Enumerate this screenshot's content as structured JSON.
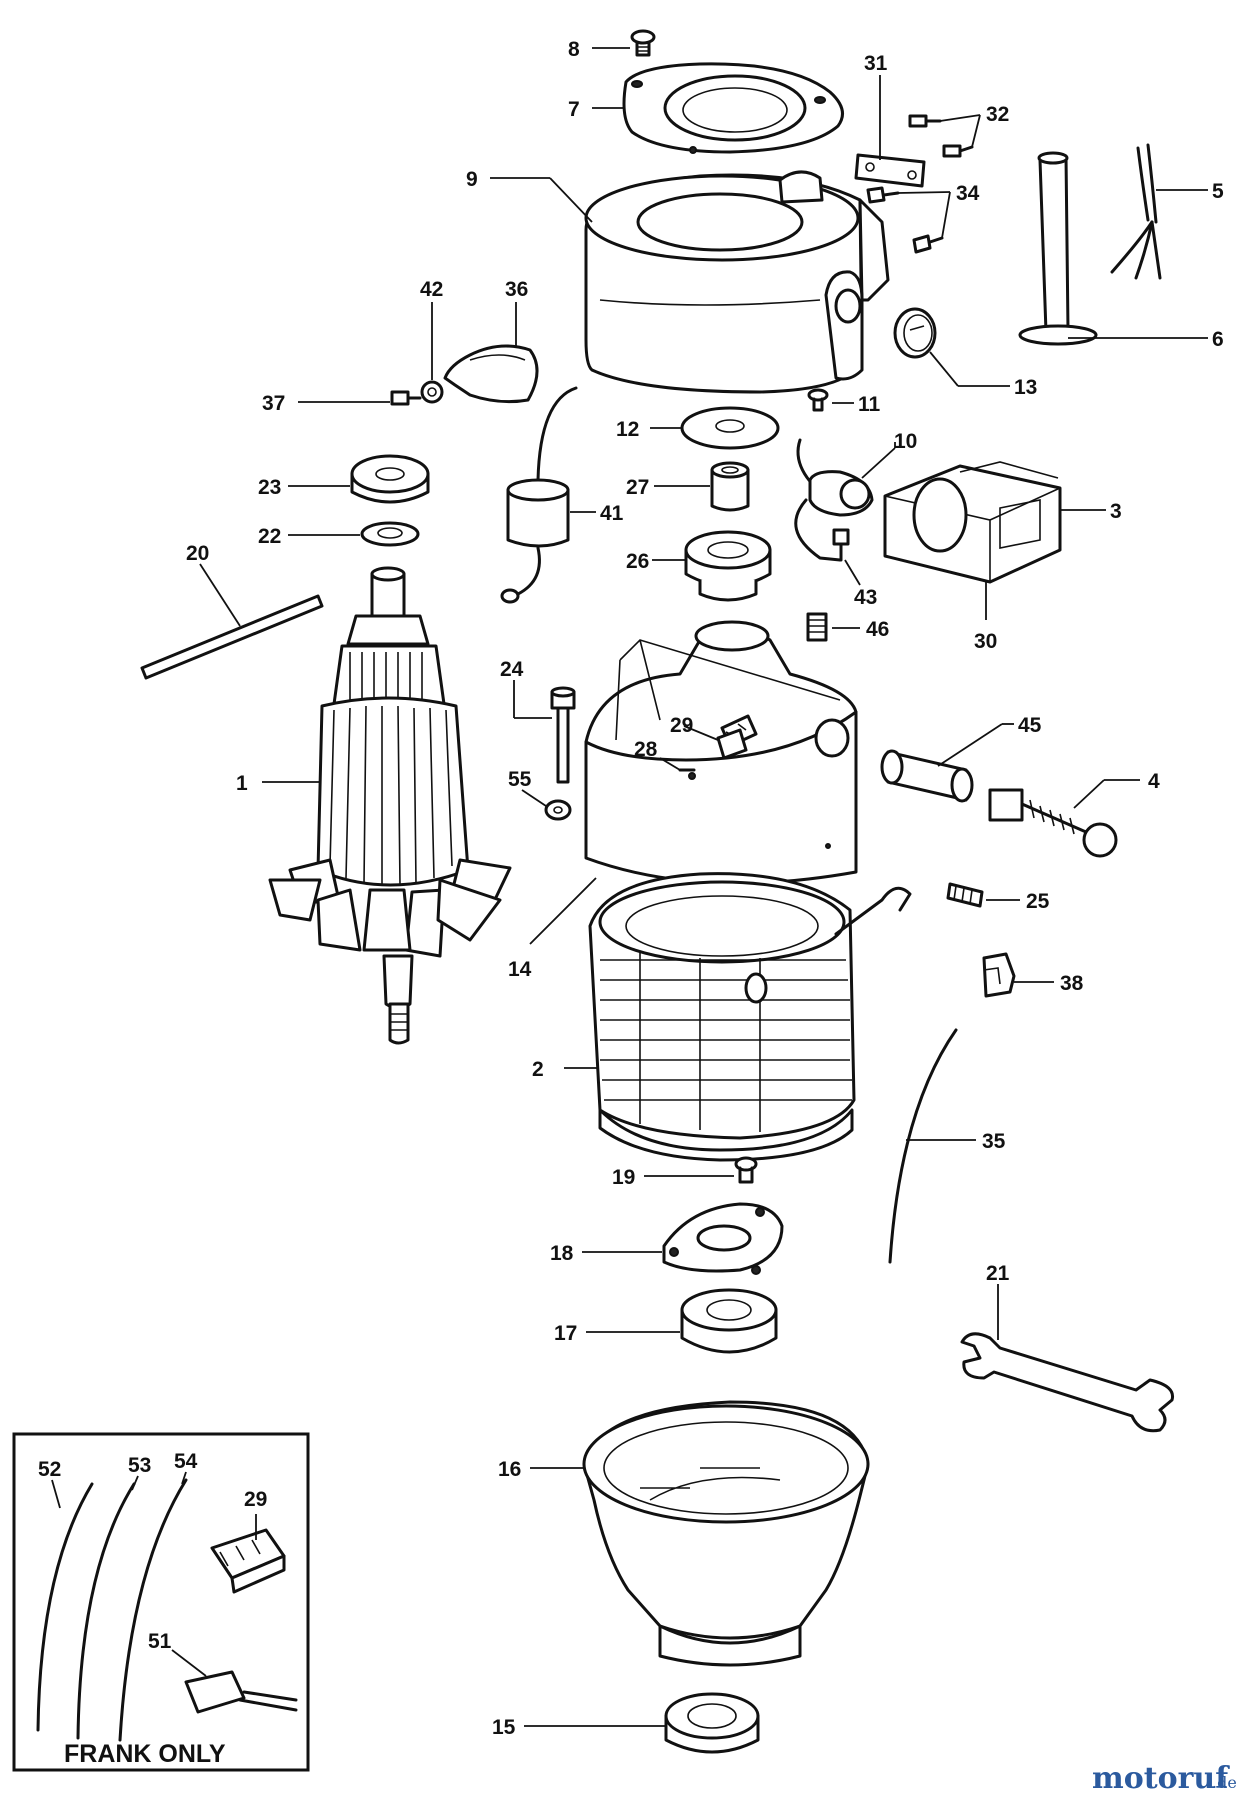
{
  "diagram": {
    "callouts": {
      "p1": "1",
      "p2": "2",
      "p3": "3",
      "p4": "4",
      "p5": "5",
      "p6": "6",
      "p7": "7",
      "p8": "8",
      "p9": "9",
      "p10": "10",
      "p11": "11",
      "p12": "12",
      "p13": "13",
      "p14": "14",
      "p15": "15",
      "p16": "16",
      "p17": "17",
      "p18": "18",
      "p19": "19",
      "p20": "20",
      "p21": "21",
      "p22": "22",
      "p23": "23",
      "p24": "24",
      "p25": "25",
      "p26": "26",
      "p27": "27",
      "p28": "28",
      "p29": "29",
      "p30": "30",
      "p31": "31",
      "p32": "32",
      "p34": "34",
      "p35": "35",
      "p36": "36",
      "p37": "37",
      "p38": "38",
      "p41": "41",
      "p42": "42",
      "p43": "43",
      "p45": "45",
      "p46": "46",
      "p55": "55"
    },
    "inset": {
      "title": "FRANK ONLY",
      "callouts": {
        "p52": "52",
        "p53": "53",
        "p54": "54",
        "p29": "29",
        "p51": "51"
      }
    },
    "watermark": {
      "brand": "motoruf",
      "suffix": ".de"
    }
  }
}
